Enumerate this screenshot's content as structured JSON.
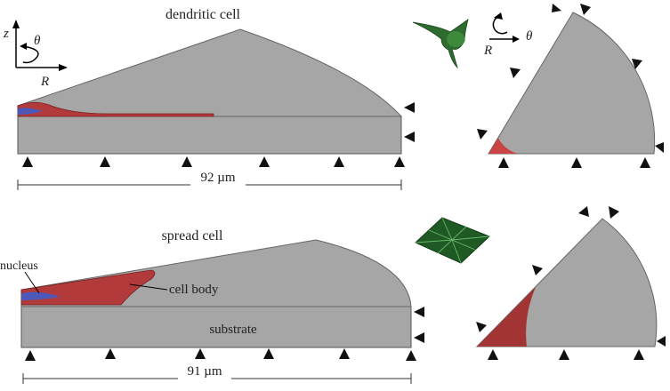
{
  "top": {
    "title": "dendritic cell",
    "scale_label": "92 µm",
    "axes": {
      "z": "z",
      "theta": "θ",
      "r": "R"
    },
    "quarter_axes": {
      "theta": "θ",
      "r": "R"
    }
  },
  "bottom": {
    "title": "spread cell",
    "scale_label": "91 µm",
    "labels": {
      "nucleus": "nucleus",
      "cell_body": "cell body",
      "substrate": "substrate"
    }
  },
  "colors": {
    "material": "#a6a6a6",
    "cell_body": "#b33a3a",
    "nucleus": "#4e58b8",
    "icon_green": "#2e6b2e",
    "support": "#111111"
  }
}
